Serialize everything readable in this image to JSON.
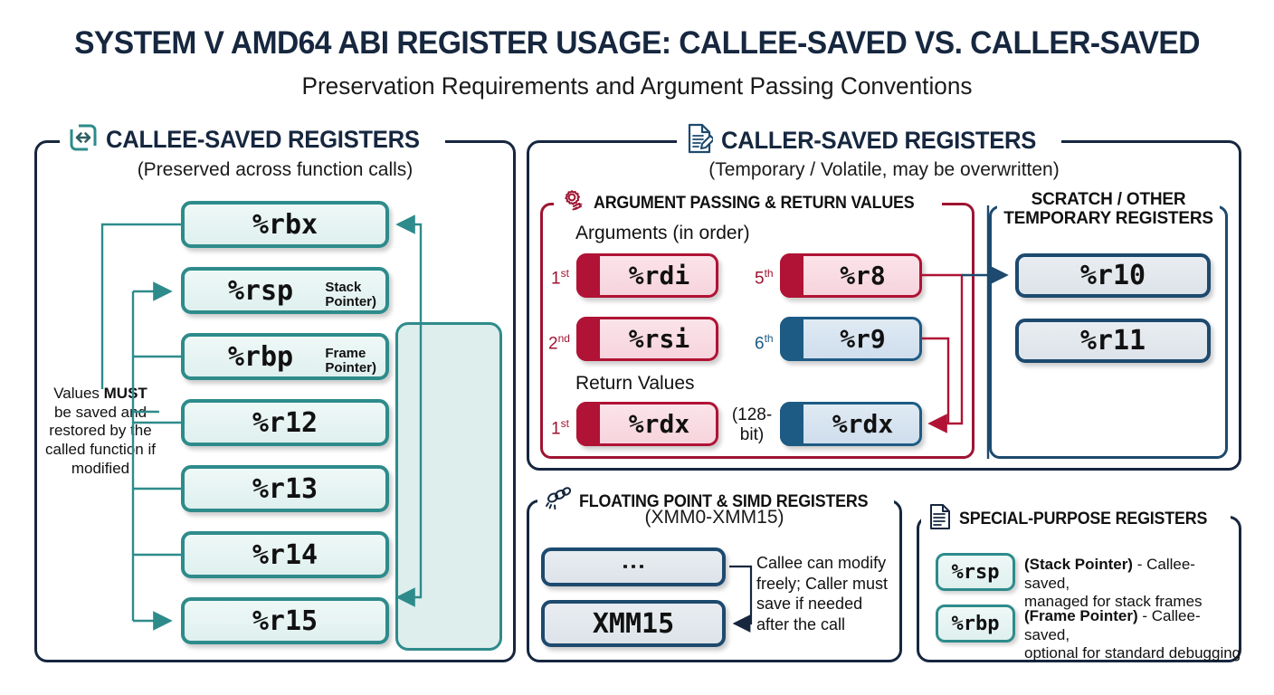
{
  "header": {
    "title": "SYSTEM V AMD64 ABI REGISTER USAGE: CALLEE-SAVED VS. CALLER-SAVED",
    "subtitle": "Preservation Requirements and Argument Passing Conventions"
  },
  "colors": {
    "navy": "#16273f",
    "teal": "#2e8b8b",
    "teal_fill": "#ddeeec",
    "red": "#b01335",
    "dark_red": "#9e1431",
    "blue": "#1d5b85",
    "grey_fill": "#e3e8ed"
  },
  "callee_panel": {
    "icon": "left-right-arrow-icon",
    "title": "CALLEE-SAVED REGISTERS",
    "subtitle": "(Preserved across function calls)",
    "note": {
      "line1_pre": "Values ",
      "line1_bold": "MUST",
      "rest": "be saved and restored by the called function if modified"
    },
    "registers": [
      {
        "name": "%rbx",
        "sup": ""
      },
      {
        "name": "%rsp",
        "sup_line1": "Stack",
        "sup_line2": "Pointer)"
      },
      {
        "name": "%rbp",
        "sup_line1": "Frame",
        "sup_line2": "Pointer)"
      },
      {
        "name": "%r12",
        "sup": ""
      },
      {
        "name": "%r13",
        "sup": ""
      },
      {
        "name": "%r14",
        "sup": ""
      },
      {
        "name": "%r15",
        "sup": ""
      }
    ]
  },
  "caller_panel": {
    "icon": "document-pencil-icon",
    "title": "CALLER-SAVED REGISTERS",
    "subtitle": "(Temporary / Volatile, may be overwritten)",
    "argument_box": {
      "icon": "gear-motion-icon",
      "title": "ARGUMENT PASSING & RETURN VALUES",
      "arguments_label": "Arguments (in order)",
      "return_label": "Return Values",
      "arguments": [
        {
          "ordinal": "1",
          "ordinal_suffix": "st",
          "name": "%rdi",
          "style": "red",
          "column": "left"
        },
        {
          "ordinal": "2",
          "ordinal_suffix": "nd",
          "name": "%rsi",
          "style": "red",
          "column": "left"
        },
        {
          "ordinal": "5",
          "ordinal_suffix": "th",
          "name": "%r8",
          "style": "red",
          "column": "right"
        },
        {
          "ordinal": "6",
          "ordinal_suffix": "th",
          "name": "%r9",
          "style": "blue",
          "column": "right"
        }
      ],
      "returns": [
        {
          "ordinal": "1",
          "ordinal_suffix": "st",
          "name": "%rdx",
          "style": "red",
          "column": "left"
        },
        {
          "ordinal": "",
          "ordinal_suffix": "",
          "name": "%rdx",
          "style": "blue",
          "column": "right"
        }
      ],
      "bit_note_line1": "(128-",
      "bit_note_line2": "bit)"
    },
    "scratch_box": {
      "title_line1": "SCRATCH / OTHER",
      "title_line2": "TEMPORARY REGISTERS",
      "registers": [
        "%r10",
        "%r11"
      ]
    }
  },
  "fp_panel": {
    "icon": "chain-link-icon",
    "title": "FLOATING POINT & SIMD REGISTERS",
    "subtitle": "(XMM0-XMM15)",
    "registers": [
      {
        "name": "⋮",
        "is_ellipsis": true
      },
      {
        "name": "XMM15",
        "is_ellipsis": false
      }
    ],
    "note": "Callee can modify freely; Caller must save if needed after the call"
  },
  "special_panel": {
    "icon": "document-lines-icon",
    "title": "SPECIAL-PURPOSE REGISTERS",
    "rows": [
      {
        "register": "%rsp",
        "bold": "(Stack Pointer)",
        "desc_line1": " - Callee-saved,",
        "desc_line2": "managed for stack frames"
      },
      {
        "register": "%rbp",
        "bold": "(Frame Pointer)",
        "desc_line1": " - Callee-saved,",
        "desc_line2": "optional for standard debugging"
      }
    ]
  }
}
